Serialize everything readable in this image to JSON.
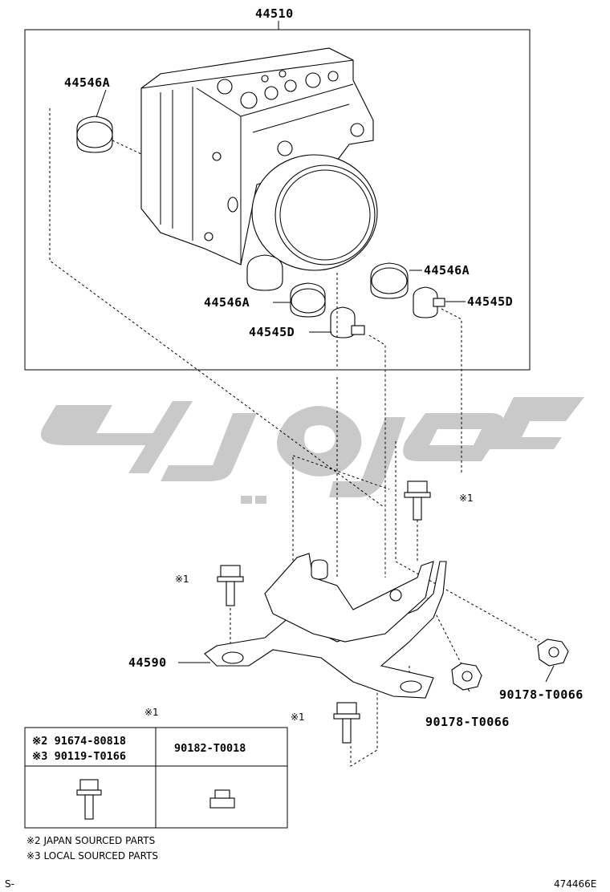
{
  "labels": {
    "assembly": "44510",
    "cap_a_1": "44546A",
    "cap_a_2": "44546A",
    "cap_a_3": "44546A",
    "stud_d_1": "44545D",
    "stud_d_2": "44545D",
    "bracket": "44590",
    "nut_1": "90178-T0066",
    "nut_2": "90178-T0066",
    "ref_bolt_top": "※1",
    "ref_bolt_left": "※1",
    "ref_bolt_bottom": "※1"
  },
  "table": {
    "header_ref": "※1",
    "col1_line1": "※2 91674-80818",
    "col1_line2": "※3 90119-T0166",
    "col2": "90182-T0018"
  },
  "notes": {
    "note2": "※2 JAPAN SOURCED PARTS",
    "note3": "※3 LOCAL SOURCED PARTS"
  },
  "footer": {
    "left": "S-",
    "code": "474466E"
  },
  "watermark_color": "#c9c9c9"
}
